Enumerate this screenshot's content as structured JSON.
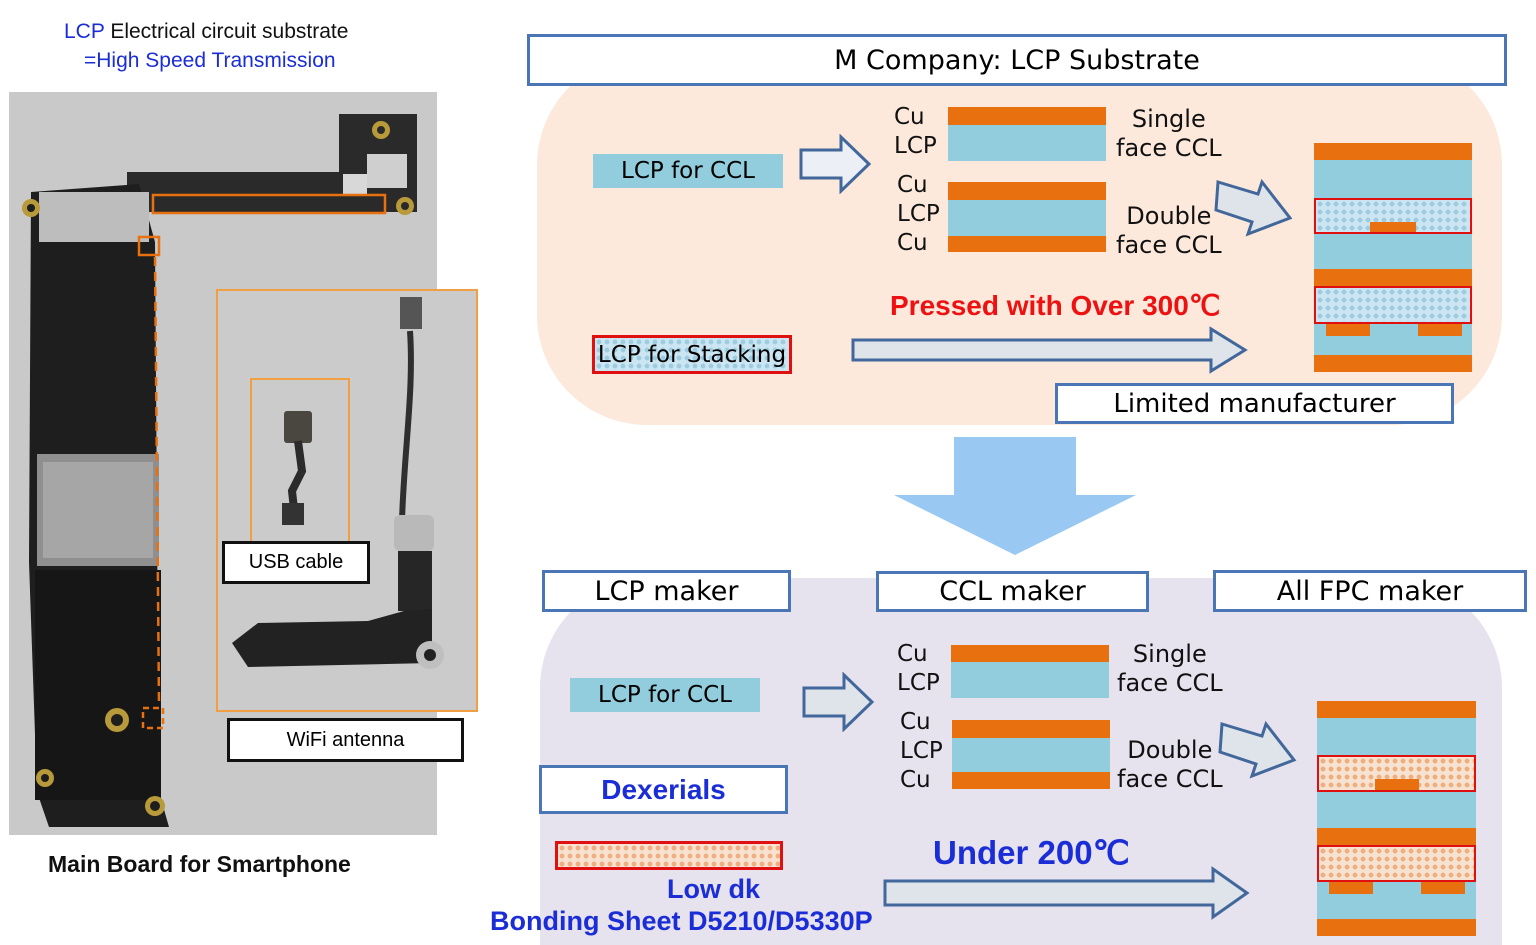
{
  "header": {
    "lcp_word": "LCP",
    "line1_rest": " Electrical circuit substrate",
    "line2": "=High Speed Transmission"
  },
  "photo": {
    "caption": "Main Board for Smartphone",
    "usb_label": "USB cable",
    "wifi_label": "WiFi antenna"
  },
  "top": {
    "title": "M Company: LCP Substrate",
    "lcp_for_ccl": "LCP for CCL",
    "lcp_for_stacking": "LCP for Stacking",
    "single_layers": [
      "Cu",
      "LCP"
    ],
    "double_layers": [
      "Cu",
      "LCP",
      "Cu"
    ],
    "single_caption": "Single\nface CCL",
    "double_caption": "Double\nface CCL",
    "press_note": "Pressed with Over 300℃",
    "limited": "Limited manufacturer"
  },
  "bottom": {
    "lcp_maker": "LCP maker",
    "ccl_maker": "CCL maker",
    "fpc_maker": "All FPC maker",
    "lcp_for_ccl": "LCP for CCL",
    "dexerials": "Dexerials",
    "single_layers": [
      "Cu",
      "LCP"
    ],
    "double_layers": [
      "Cu",
      "LCP",
      "Cu"
    ],
    "single_caption": "Single\nface CCL",
    "double_caption": "Double\nface CCL",
    "under_note": "Under 200℃",
    "low_dk": "Low dk",
    "bonding_sheet": "Bonding Sheet D5210/D5330P"
  },
  "colors": {
    "copper": "#e8700f",
    "lcp": "#92cddd",
    "box_border": "#4a76b5",
    "top_bg": "#fce9dc",
    "bottom_bg": "#e6e2ee",
    "big_arrow": "#99c9f2",
    "red_note": "#ee1111",
    "blue_note": "#1a2dd6"
  }
}
